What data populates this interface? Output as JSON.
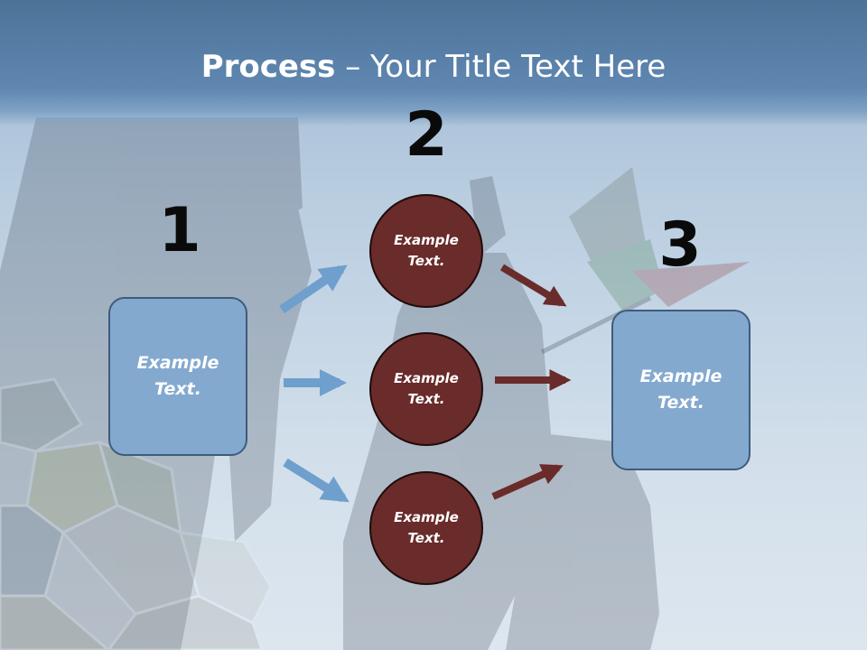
{
  "slide": {
    "title_bold": "Process",
    "title_rest": " – Your Title Text Here"
  },
  "steps": {
    "one": "1",
    "two": "2",
    "three": "3"
  },
  "left_box": {
    "text": "Example Text."
  },
  "circles": [
    {
      "text": "Example Text."
    },
    {
      "text": "Example Text."
    },
    {
      "text": "Example Text."
    }
  ],
  "right_box": {
    "text": "Example Text."
  },
  "colors": {
    "title_band": "#5f87b1",
    "box_fill": "#84a9cf",
    "circle_fill": "#6a2b2b",
    "blue_arrow": "#6f9fcc",
    "red_arrow": "#6a2b2b"
  }
}
